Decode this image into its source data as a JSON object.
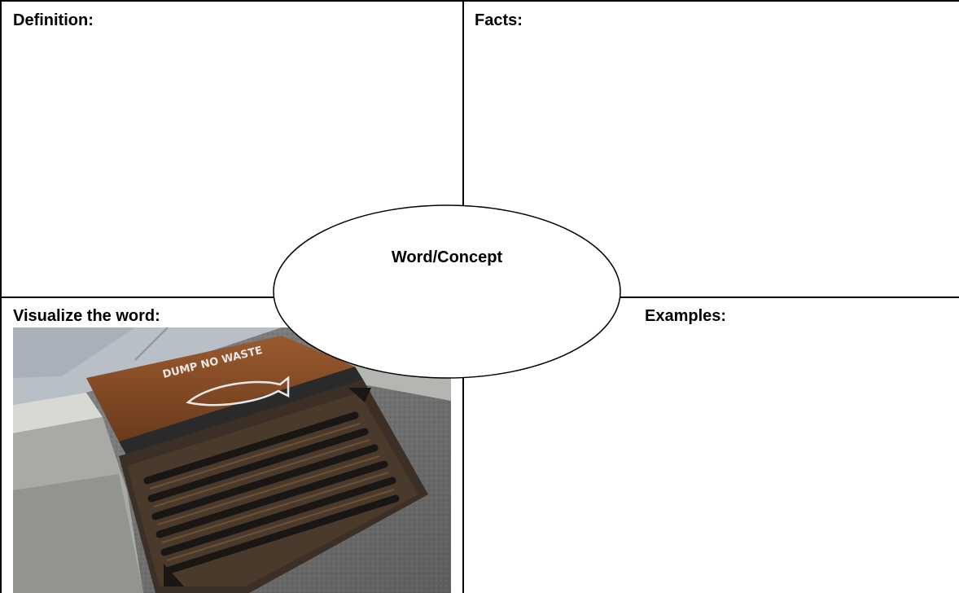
{
  "quadrants": {
    "top_left": {
      "label": "Definition:"
    },
    "top_right": {
      "label": "Facts:"
    },
    "bottom_left": {
      "label": "Visualize the word:"
    },
    "bottom_right": {
      "label": "Examples:"
    }
  },
  "center": {
    "label": "Word/Concept"
  },
  "image": {
    "subject": "storm-drain-photo",
    "stencil_text": "DUMP NO WASTE"
  },
  "colors": {
    "border": "#000000",
    "background": "#ffffff"
  }
}
